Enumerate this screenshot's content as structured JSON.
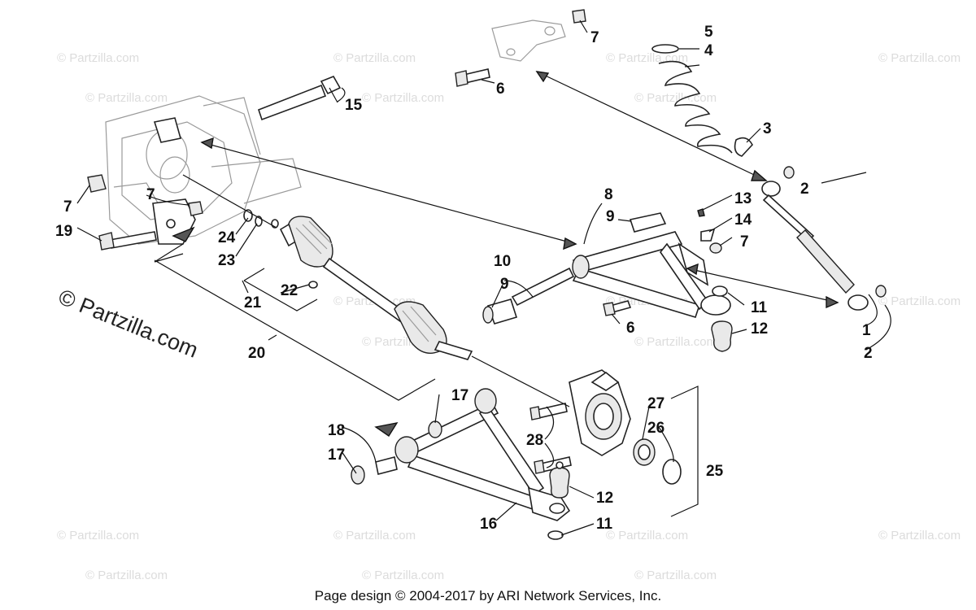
{
  "watermark": {
    "text": "© Partzilla.com",
    "repeated_text": "© Partzilla.com"
  },
  "footer": "Page design © 2004-2017 by ARI Network Services, Inc.",
  "callouts": [
    "1",
    "2",
    "2",
    "3",
    "4",
    "5",
    "6",
    "6",
    "7",
    "7",
    "7",
    "7",
    "8",
    "9",
    "9",
    "10",
    "11",
    "11",
    "12",
    "12",
    "13",
    "14",
    "15",
    "16",
    "17",
    "17",
    "18",
    "19",
    "20",
    "21",
    "22",
    "23",
    "24",
    "25",
    "26",
    "27",
    "28"
  ]
}
